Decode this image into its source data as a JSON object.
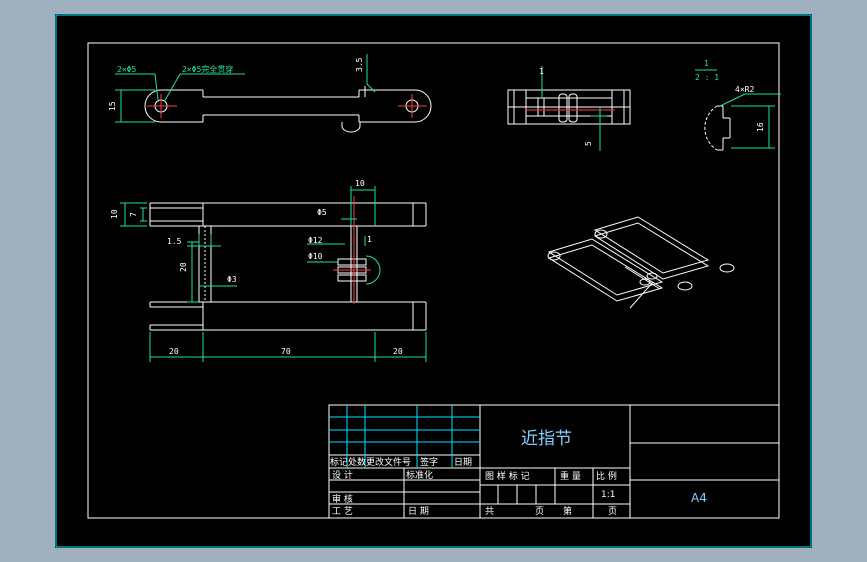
{
  "part_name": "近指节",
  "paper_size": "A4",
  "scale_header": "比 例",
  "scale_value": "1:1",
  "detail_scale_top": "1",
  "detail_scale_bottom": "2 : 1",
  "colors": {
    "frame_outer": "#7fa3b8",
    "border": "#00e5ff",
    "outline": "#ffffff",
    "dimension": "#19e3a0",
    "center_line": "#ff3b3b",
    "title_text": "#7fd1ff"
  },
  "top_view": {
    "labels": {
      "hole_dia": "2×Φ5",
      "through": "2×Φ5完全贯穿",
      "height": "15",
      "pin_offset": "3.5"
    }
  },
  "side_view": {
    "labels": {
      "pin_len": "1",
      "height": "5"
    }
  },
  "detail_view": {
    "labels": {
      "radius": "4×R2",
      "height": "16"
    }
  },
  "front_view": {
    "labels": {
      "ten": "10",
      "seven": "7",
      "phi5": "Φ5",
      "one_five": "1.5",
      "phi12": "Φ12",
      "phi10": "Φ10",
      "twenty_v": "20",
      "phi3": "Φ3",
      "twenty_left": "20",
      "seventy": "70",
      "twenty_right": "20",
      "one": "1"
    }
  },
  "title_block": {
    "row_headers": [
      "标记",
      "处数",
      "更改文件号",
      "签字",
      "日期"
    ],
    "design": "设 计",
    "standardize": "标准化",
    "review": "审 核",
    "process": "工 艺",
    "date": "日 期",
    "drawing_marks": "图 样 标 记",
    "weight": "重 量",
    "total": "共",
    "sheets": "页",
    "sheet_no": "第",
    "sheet_unit": "页"
  }
}
